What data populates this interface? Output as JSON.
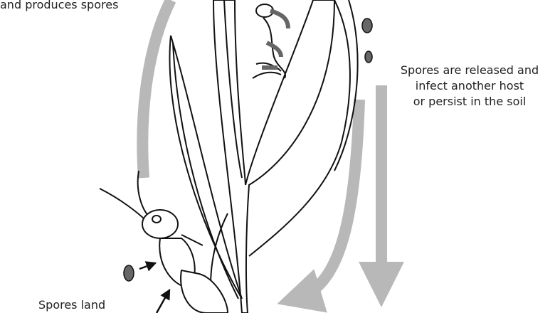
{
  "labels": {
    "top_left": "and produces spores",
    "right": [
      "Spores are released and",
      "infect another host",
      "or persist in the soil"
    ],
    "bottom_left": "Spores land"
  },
  "colors": {
    "arrow": "#b8b8b8",
    "spore": "#666666",
    "line": "#111111"
  }
}
